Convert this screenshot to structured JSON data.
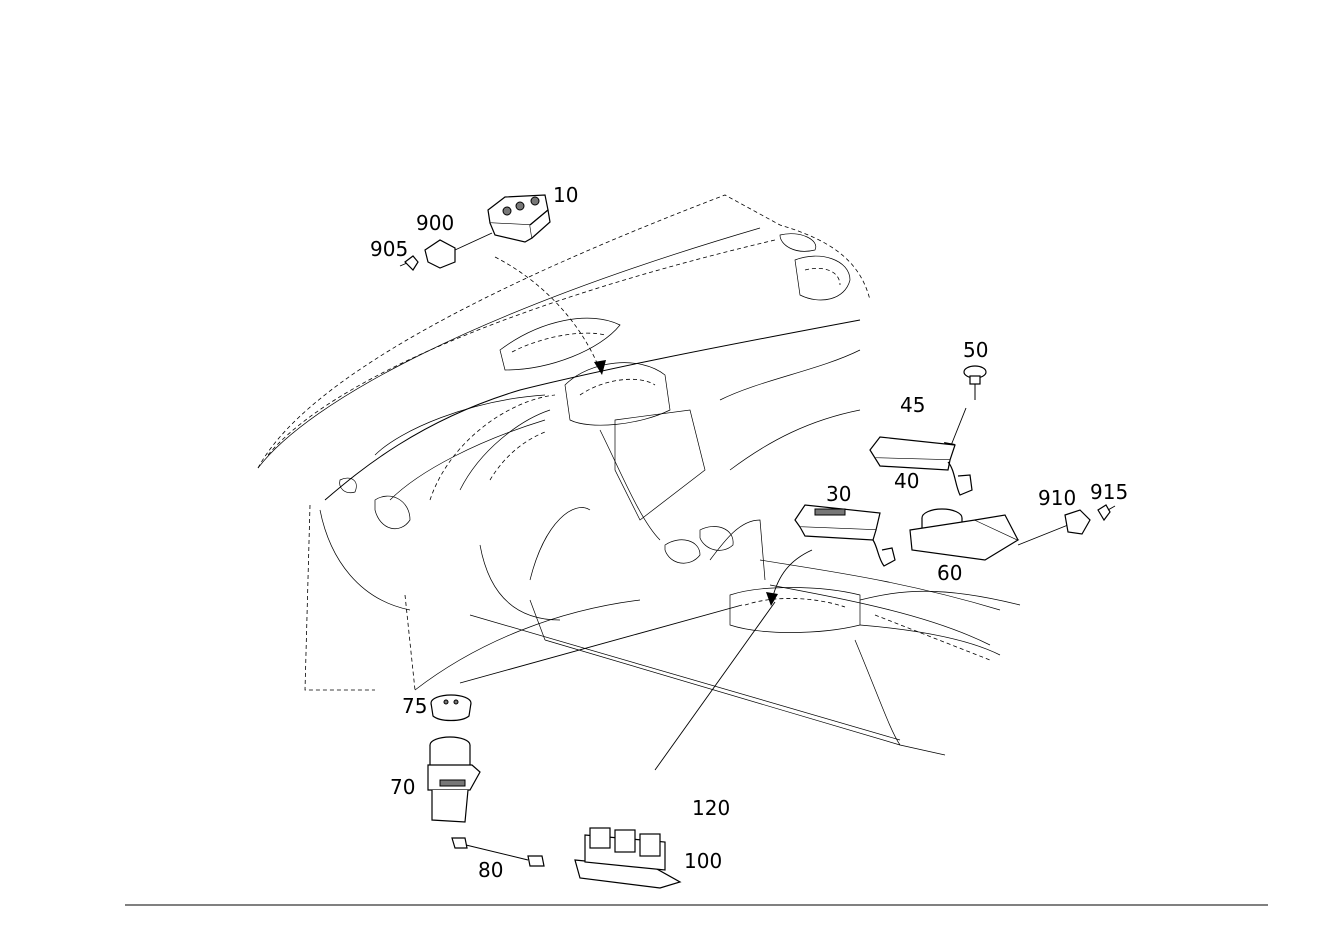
{
  "diagram": {
    "callouts": {
      "p10": "10",
      "p900": "900",
      "p905": "905",
      "p50": "50",
      "p45": "45",
      "p40": "40",
      "p30": "30",
      "p910": "910",
      "p915": "915",
      "p60": "60",
      "p75": "75",
      "p70": "70",
      "p120": "120",
      "p100": "100",
      "p80": "80"
    }
  }
}
